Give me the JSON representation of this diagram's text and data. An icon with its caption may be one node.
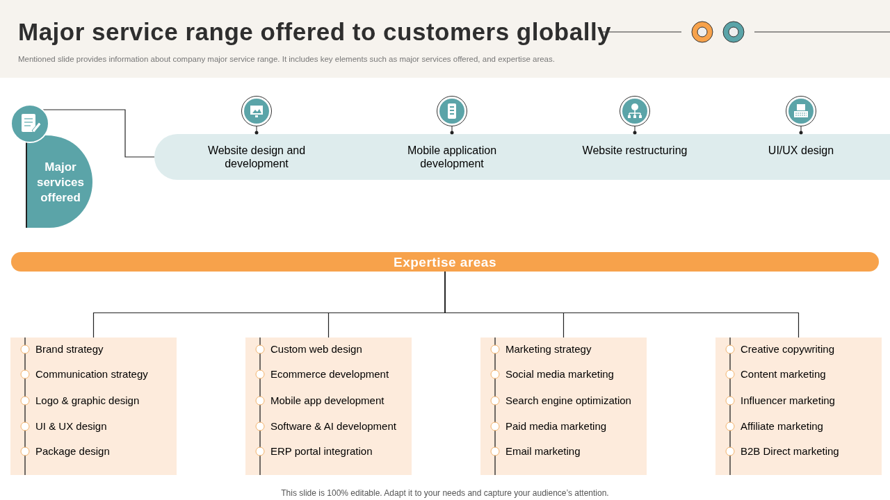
{
  "diagram": {
    "title": "Major service range offered to customers globally",
    "nodes": [
      {
        "text": [
          "Major services offered"
        ]
      },
      {
        "text": [
          "Website design and development",
          "Mobile application development",
          "Website restructuring",
          "UI/UX design"
        ]
      },
      {
        "text": [
          "Expertise areas"
        ]
      },
      {
        "text": [
          "Brand strategy",
          "Communication strategy",
          "Logo & graphic design",
          "UI & UX design",
          "Package design"
        ]
      },
      {
        "text": [
          "Custom web design",
          "Ecommerce development",
          "Mobile app development",
          "Software & AI development",
          "ERP portal integration"
        ]
      },
      {
        "text": [
          "Marketing strategy",
          "Social media marketing",
          "Search engine optimization",
          "Paid media marketing",
          "Email marketing"
        ]
      },
      {
        "text": [
          "Creative copywriting",
          "Content marketing",
          "Influencer marketing",
          "Affiliate marketing",
          "B2B Direct marketing"
        ]
      }
    ],
    "edges": [
      {
        "from": 0,
        "to": 1,
        "arrow": "none"
      },
      {
        "from": 2,
        "to": 3,
        "arrow": "none"
      },
      {
        "from": 2,
        "to": 4,
        "arrow": "none"
      },
      {
        "from": 2,
        "to": 5,
        "arrow": "none"
      },
      {
        "from": 2,
        "to": 6,
        "arrow": "none"
      }
    ],
    "labels": [
      "Mentioned slide provides information about company major service range. It includes key elements such as major services offered, and expertise areas.",
      "This slide is 100% editable. Adapt it to your needs and capture your audience’s attention."
    ]
  }
}
